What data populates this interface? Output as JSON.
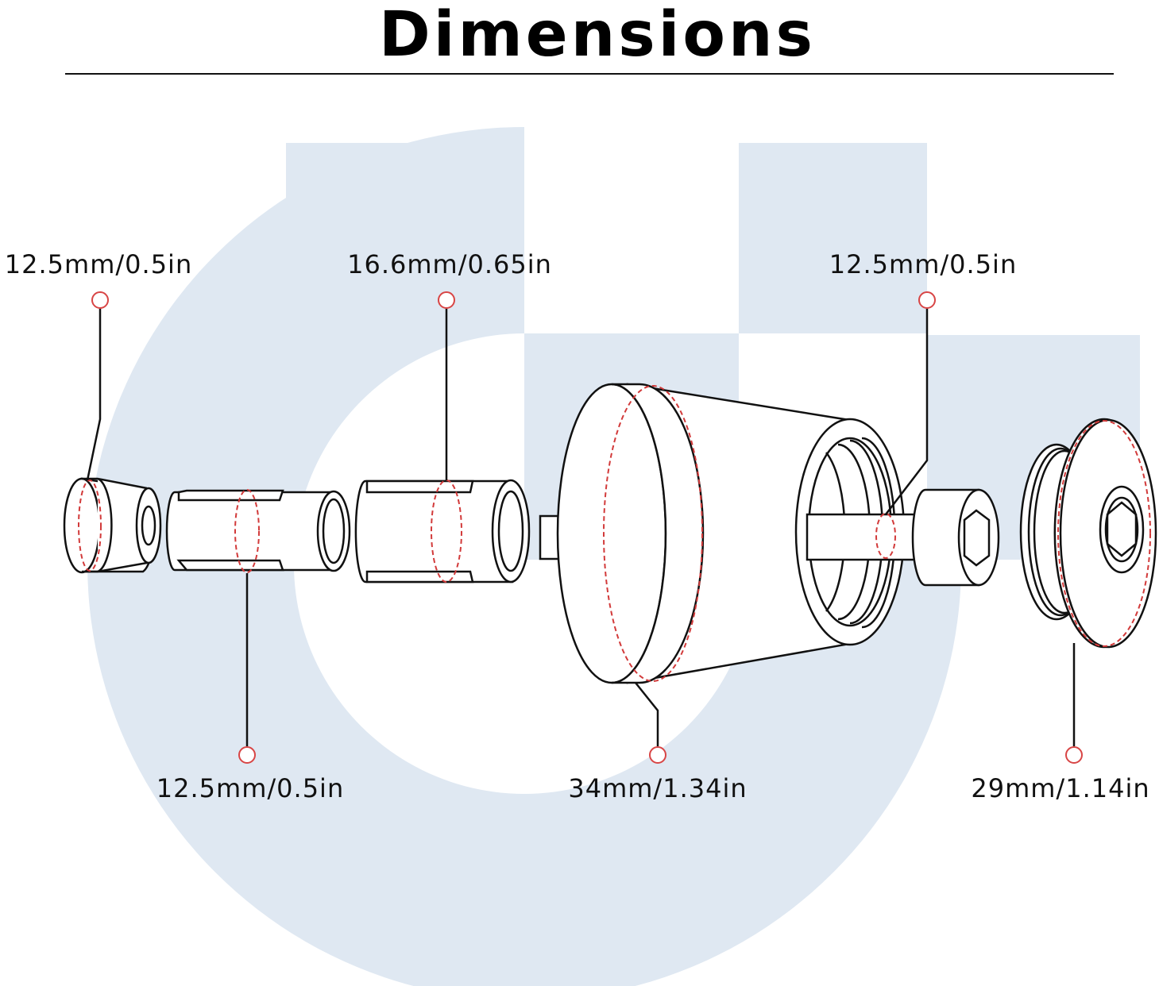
{
  "title": "Dimensions",
  "colors": {
    "watermark": "#dfe8f2",
    "marker": "#d84545",
    "line": "#111111"
  },
  "labels": {
    "cone_small": "12.5mm/0.5in",
    "sleeve_large": "16.6mm/0.65in",
    "bolt": "12.5mm/0.5in",
    "sleeve_small": "12.5mm/0.5in",
    "cone_large": "34mm/1.34in",
    "cap": "29mm/1.14in"
  }
}
